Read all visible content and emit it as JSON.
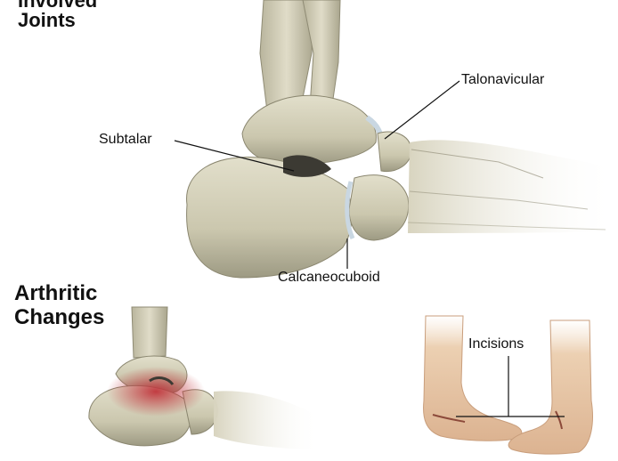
{
  "headings": {
    "involved_line1": "Involved",
    "involved_line2": "Joints",
    "arthritic_line1": "Arthritic",
    "arthritic_line2": "Changes"
  },
  "labels": {
    "talonavicular": "Talonavicular",
    "subtalar": "Subtalar",
    "calcaneocuboid": "Calcaneocuboid",
    "incisions": "Incisions"
  },
  "colors": {
    "bone": "#cfcbb4",
    "bone_shadow": "#9d9a83",
    "cartilage": "#c9d7e2",
    "inflammation": "#c0343b",
    "skin": "#e9c8a8",
    "skin_shadow": "#c99e7c",
    "text": "#111111"
  }
}
